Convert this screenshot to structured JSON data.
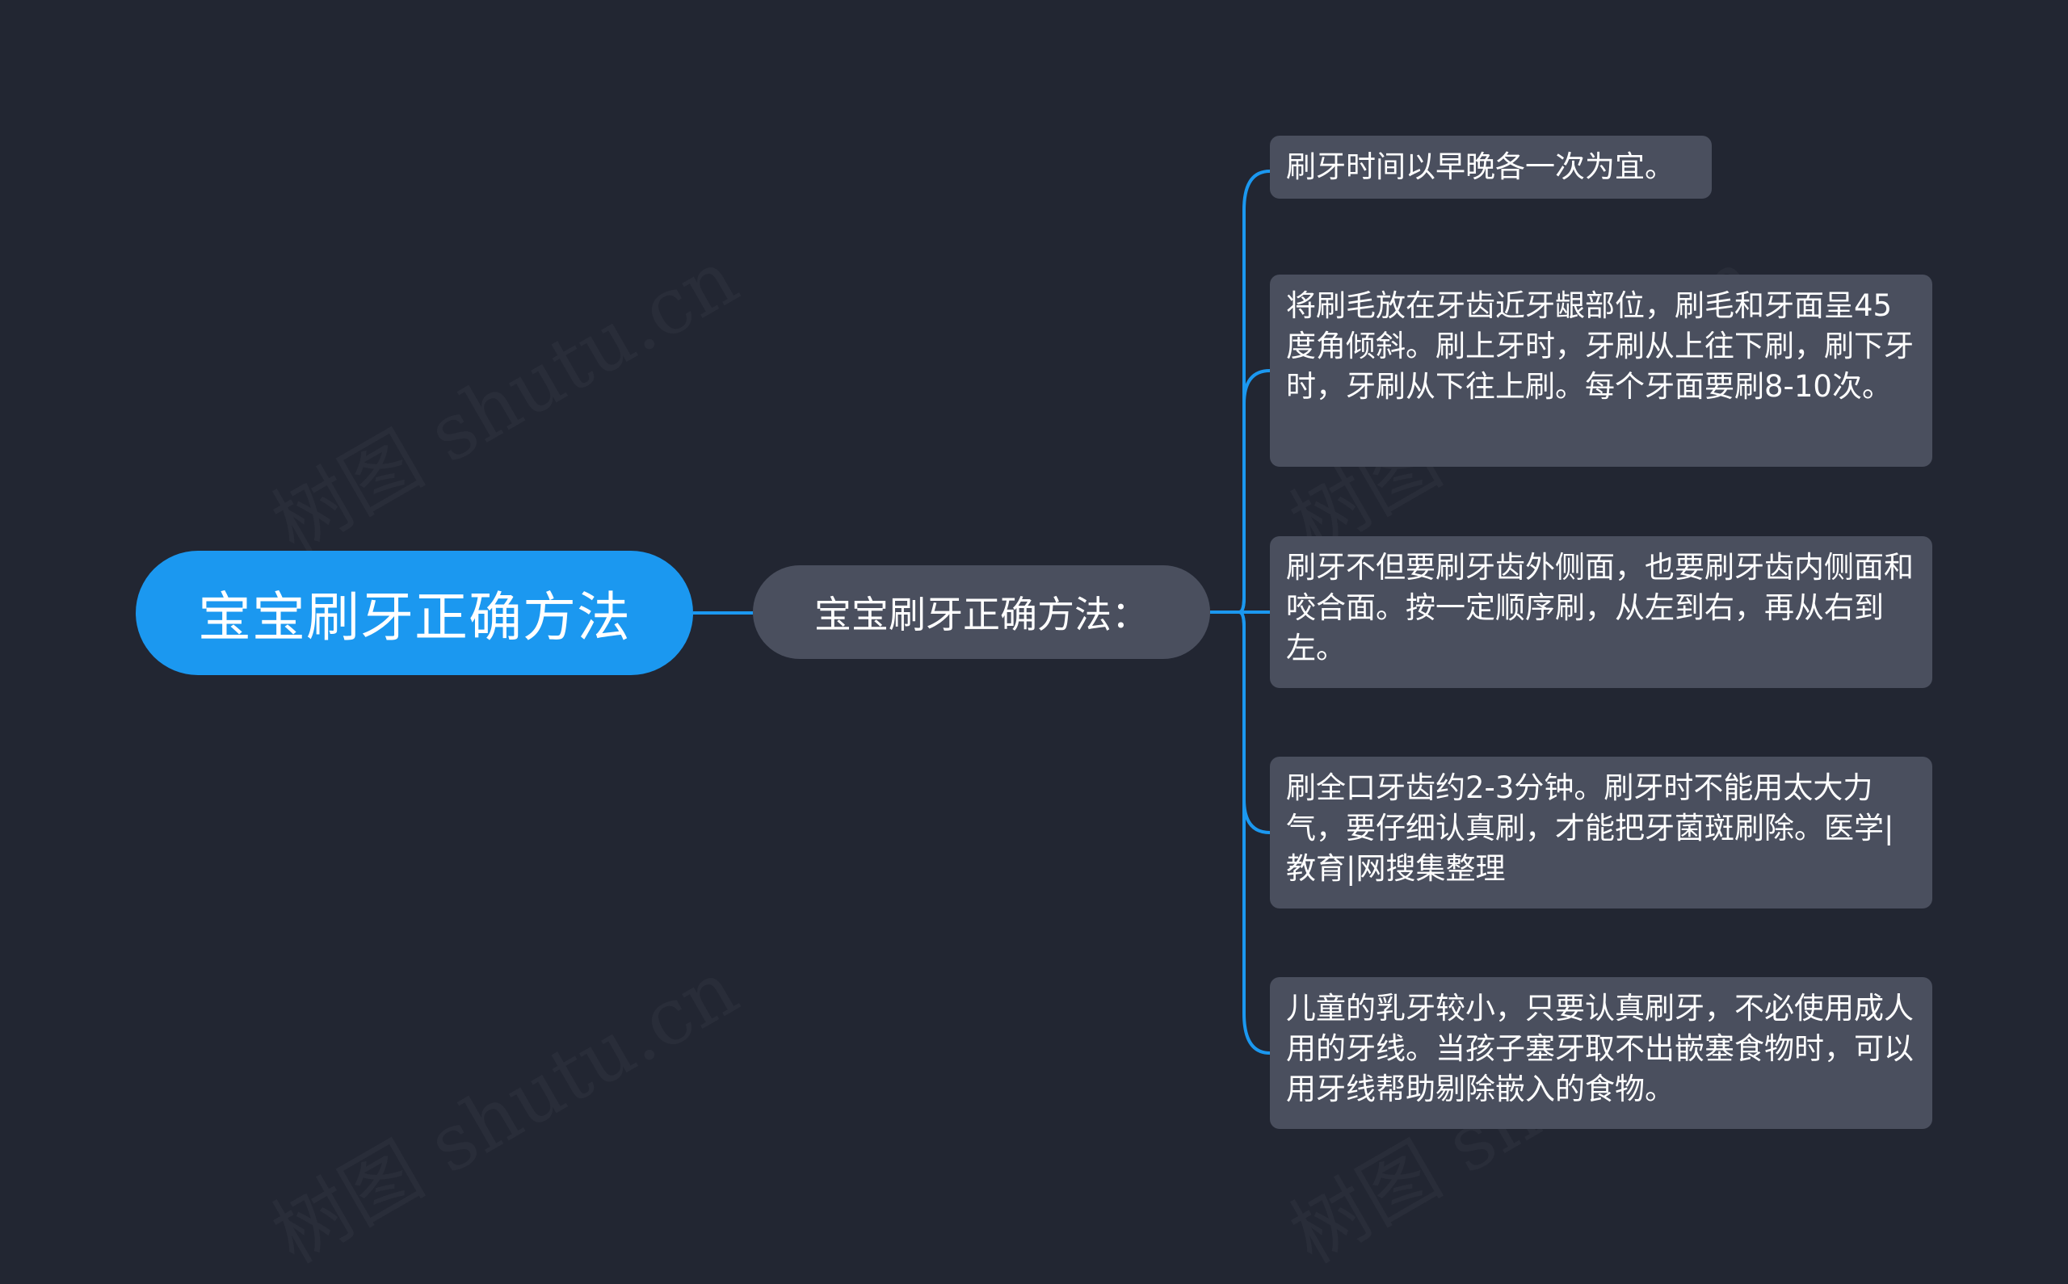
{
  "watermark": "树图 shutu.cn",
  "colors": {
    "background": "#222632",
    "root": "#1b98f0",
    "node": "#4a4f5e",
    "line": "#1b98f0"
  },
  "root": {
    "label": "宝宝刷牙正确方法"
  },
  "branch": {
    "label": "宝宝刷牙正确方法："
  },
  "leaves": [
    {
      "text": "刷牙时间以早晚各一次为宜。"
    },
    {
      "text": "将刷毛放在牙齿近牙龈部位，刷毛和牙面呈45度角倾斜。刷上牙时，牙刷从上往下刷，刷下牙时，牙刷从下往上刷。每个牙面要刷8-10次。"
    },
    {
      "text": "刷牙不但要刷牙齿外侧面，也要刷牙齿内侧面和咬合面。按一定顺序刷，从左到右，再从右到左。"
    },
    {
      "text": "刷全口牙齿约2-3分钟。刷牙时不能用太大力气，要仔细认真刷，才能把牙菌斑刷除。医学|教育|网搜集整理"
    },
    {
      "text": "儿童的乳牙较小，只要认真刷牙，不必使用成人用的牙线。当孩子塞牙取不出嵌塞食物时，可以用牙线帮助剔除嵌入的食物。"
    }
  ]
}
